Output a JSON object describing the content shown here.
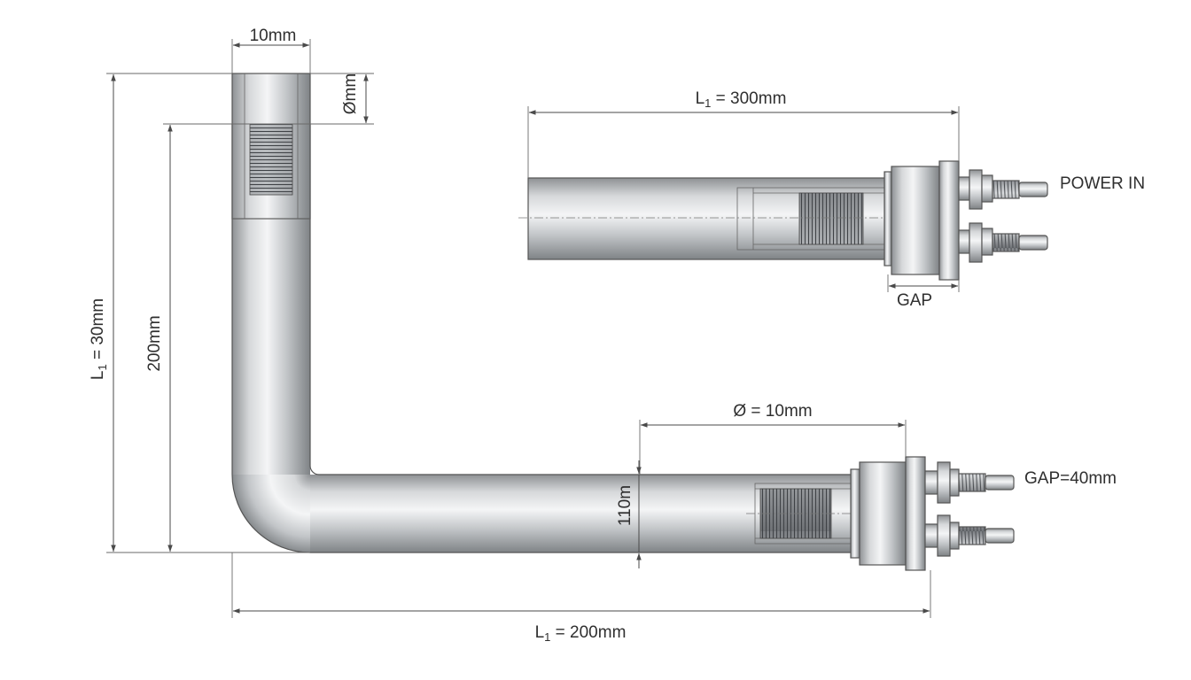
{
  "labels": {
    "top_width": "10mm",
    "top_diameter": "Ømm",
    "overall_height_prefix": "L",
    "overall_height_sub": "1",
    "overall_height_suffix": " = 30mm",
    "inner_height": "200mm",
    "straight_length_prefix": "L",
    "straight_length_sub": "1",
    "straight_length_suffix": " = 300mm",
    "power_in": "POWER IN",
    "gap": "GAP",
    "diameter": "Ø = 10mm",
    "tube_height": "110m",
    "gap_value": "GAP=40mm",
    "bottom_length_prefix": "L",
    "bottom_length_sub": "1",
    "bottom_length_suffix": " = 200mm"
  },
  "colors": {
    "tube_light": "#f2f3f4",
    "tube_mid": "#c9cbcd",
    "tube_dark": "#8e9194",
    "line": "#4a4a4a"
  }
}
